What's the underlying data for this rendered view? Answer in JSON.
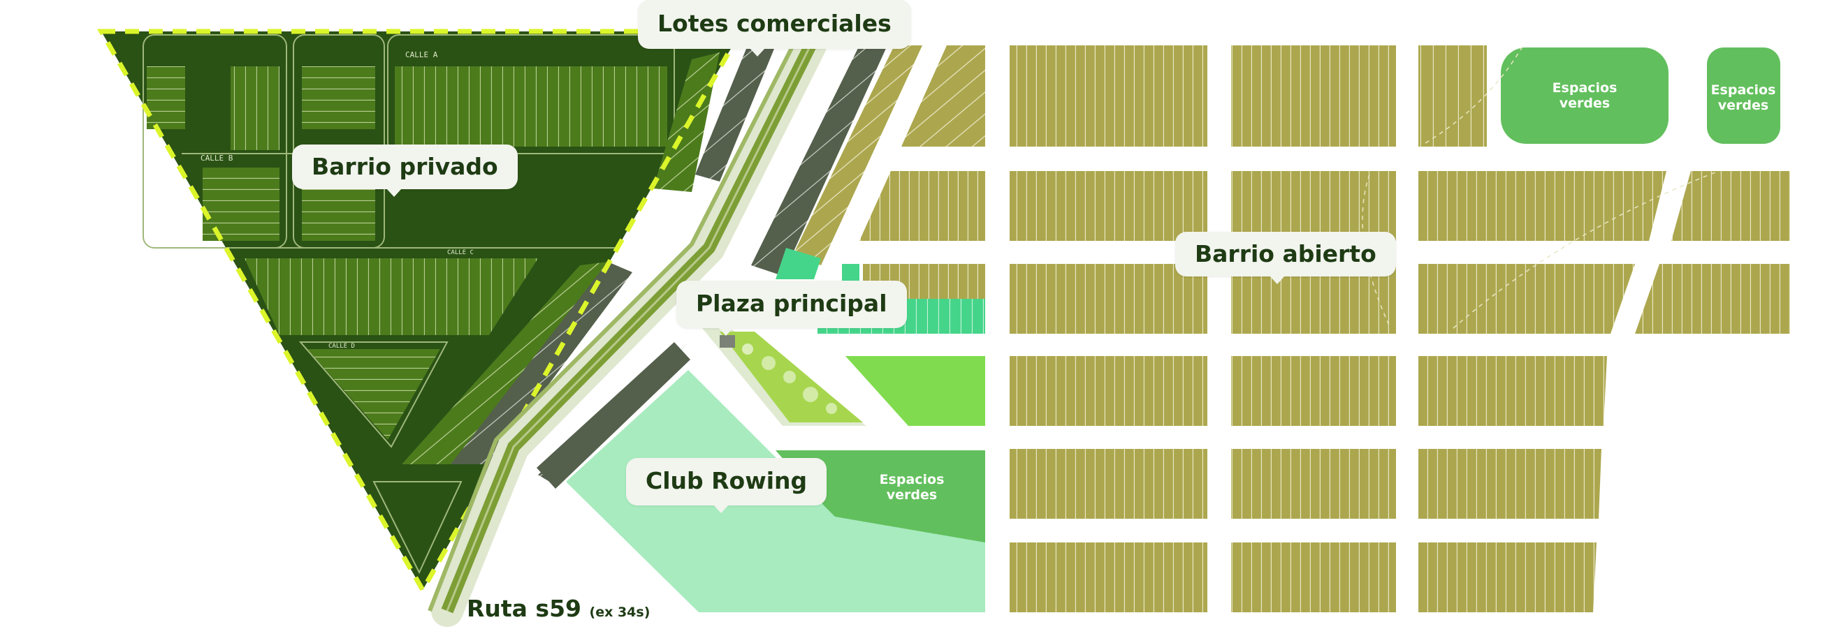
{
  "labels": {
    "lotes_comerciales": "Lotes comerciales",
    "barrio_privado": "Barrio privado",
    "barrio_abierto": "Barrio abierto",
    "plaza_principal": "Plaza principal",
    "club_rowing": "Club Rowing"
  },
  "green_spaces": {
    "top_large": "Espacios verdes",
    "top_small": "Espacios verdes",
    "mid": "Espacios verdes"
  },
  "road": {
    "name": "Ruta s59",
    "note": "(ex 34s)"
  },
  "streets": {
    "calle_a": "CALLE A",
    "calle_b": "CALLE B",
    "calle_c": "CALLE C",
    "calle_d": "CALLE D"
  },
  "colors": {
    "private_dark": "#2a5215",
    "private_lot": "#4c7b1c",
    "open_lot": "#aca74e",
    "commercial": "#545f4c",
    "green_space": "#62bf5d",
    "lime": "#80dc4e",
    "club": "#a7ebbf",
    "mint": "#45d58a",
    "border_dash": "#dbf52a"
  }
}
